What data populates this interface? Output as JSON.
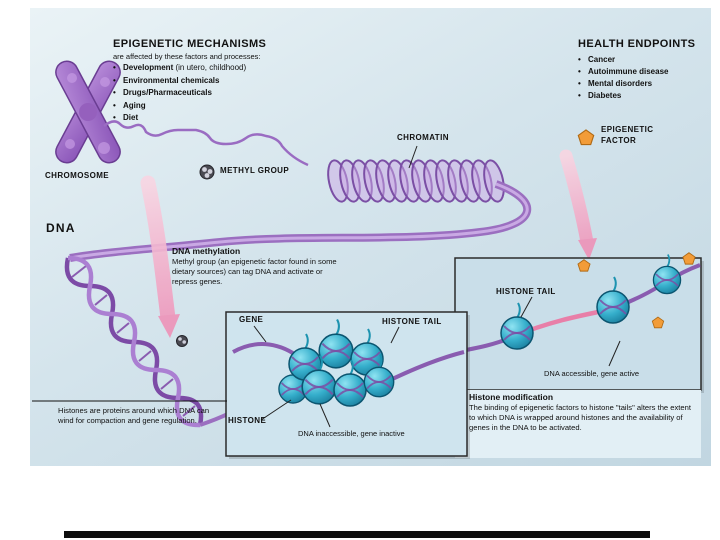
{
  "colors": {
    "panel_blue": "#cfe0ea",
    "accent_purple": "#9b6fc0",
    "histone_teal": "#2ba8c8",
    "factor_orange": "#f29c38",
    "arrow_pink": "#ef9fc0"
  },
  "mechanisms": {
    "title": "EPIGENETIC MECHANISMS",
    "subtitle": "are affected by these factors and processes:",
    "items": [
      {
        "bold": "Development",
        "rest": " (in utero, childhood)"
      },
      {
        "bold": "Environmental chemicals",
        "rest": ""
      },
      {
        "bold": "Drugs/Pharmaceuticals",
        "rest": ""
      },
      {
        "bold": "Aging",
        "rest": ""
      },
      {
        "bold": "Diet",
        "rest": ""
      }
    ]
  },
  "endpoints": {
    "title": "HEALTH ENDPOINTS",
    "items": [
      "Cancer",
      "Autoimmune disease",
      "Mental disorders",
      "Diabetes"
    ]
  },
  "labels": {
    "chromosome": "CHROMOSOME",
    "dna": "DNA",
    "methyl_group": "METHYL GROUP",
    "chromatin": "CHROMATIN",
    "epigenetic_factor_line1": "EPIGENETIC",
    "epigenetic_factor_line2": "FACTOR"
  },
  "dna_methylation": {
    "title": "DNA methylation",
    "body": "Methyl group (an epigenetic factor found in some dietary sources) can tag DNA and activate or repress genes."
  },
  "histone_note": "Histones are proteins around which DNA can wind for compaction and gene regulation.",
  "gene_box": {
    "gene_label": "GENE",
    "histone_tail_label": "HISTONE TAIL",
    "histone_label": "HISTONE",
    "caption": "DNA inaccessible, gene inactive"
  },
  "modification_box": {
    "histone_tail_label": "HISTONE TAIL",
    "caption": "DNA accessible, gene active",
    "title": "Histone modification",
    "body": "The binding of epigenetic factors to histone \"tails\" alters the extent to which DNA is wrapped around histones and the availability of genes in the DNA to be activated."
  }
}
